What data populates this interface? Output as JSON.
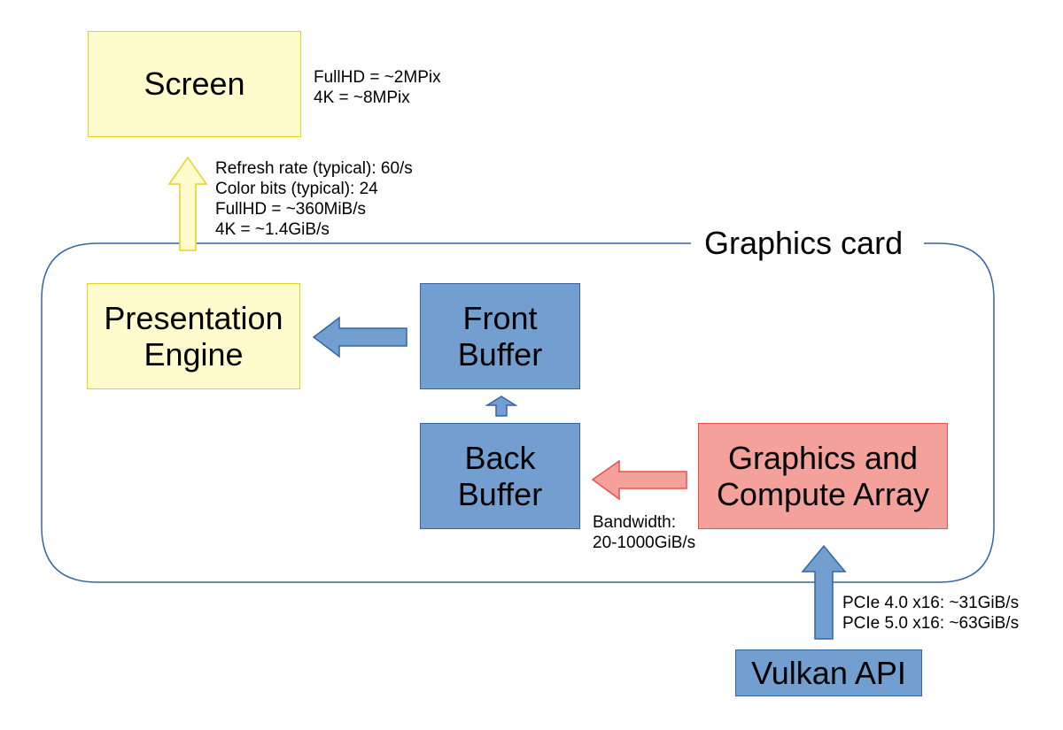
{
  "colors": {
    "yellow_fill": "#fffbcc",
    "yellow_stroke": "#e6d21e",
    "blue_fill": "#729fcf",
    "blue_stroke": "#3465a4",
    "red_fill": "#f5a19b",
    "red_stroke": "#e8504a",
    "container_stroke": "#3465a4"
  },
  "container": {
    "title": "Graphics card"
  },
  "nodes": {
    "screen": {
      "lines": [
        "Screen"
      ]
    },
    "presentation_engine": {
      "lines": [
        "Presentation",
        "Engine"
      ]
    },
    "front_buffer": {
      "lines": [
        "Front",
        "Buffer"
      ]
    },
    "back_buffer": {
      "lines": [
        "Back",
        "Buffer"
      ]
    },
    "compute_array": {
      "lines": [
        "Graphics and",
        "Compute Array"
      ]
    },
    "vulkan_api": {
      "lines": [
        "Vulkan API"
      ]
    }
  },
  "annotations": {
    "screen_res": [
      "FullHD = ~2MPix",
      "4K = ~8MPix"
    ],
    "refresh": [
      "Refresh rate (typical): 60/s",
      "Color bits (typical): 24",
      "FullHD = ~360MiB/s",
      "4K = ~1.4GiB/s"
    ],
    "bandwidth": [
      "Bandwidth:",
      "20-1000GiB/s"
    ],
    "pcie": [
      "PCIe 4.0 x16: ~31GiB/s",
      "PCIe 5.0 x16: ~63GiB/s"
    ]
  },
  "edges": [
    {
      "from": "presentation_engine",
      "to": "screen"
    },
    {
      "from": "front_buffer",
      "to": "presentation_engine"
    },
    {
      "from": "back_buffer",
      "to": "front_buffer"
    },
    {
      "from": "compute_array",
      "to": "back_buffer"
    },
    {
      "from": "vulkan_api",
      "to": "compute_array"
    }
  ]
}
